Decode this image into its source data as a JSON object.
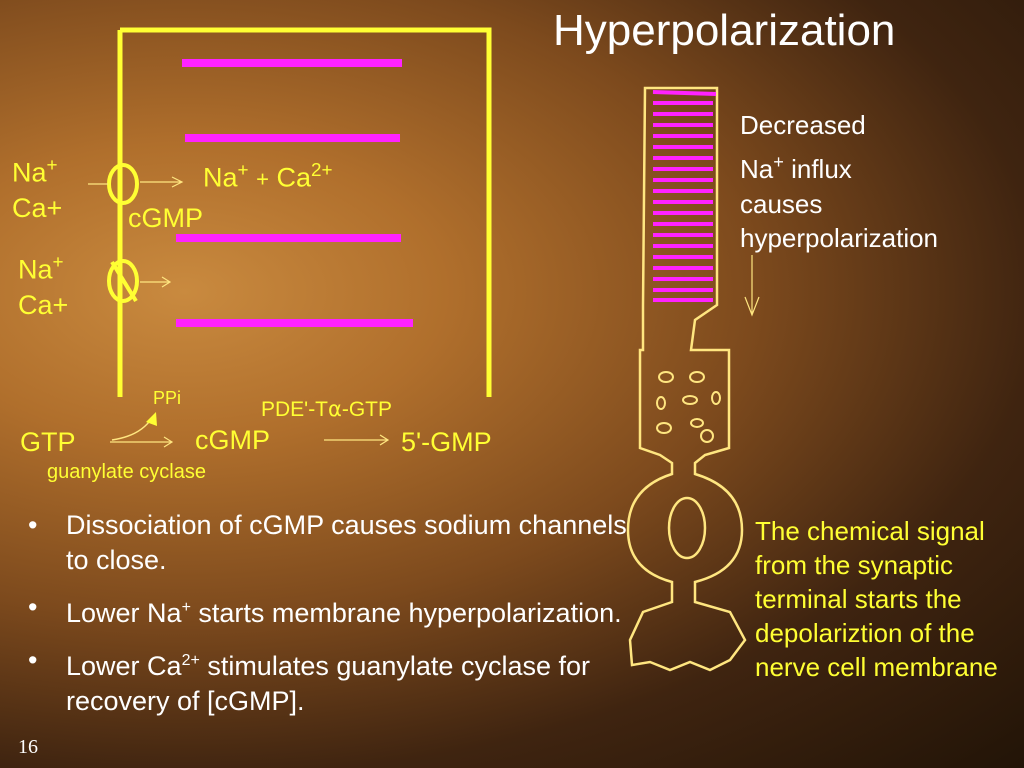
{
  "title": "Hyperpolarization",
  "page_number": "16",
  "left_diagram": {
    "channel1_ion1": "Na",
    "channel1_ion1_charge": "+",
    "channel1_ion2": "Ca+",
    "inflow_na": "Na",
    "inflow_na_charge": "+",
    "inflow_plus": "+",
    "inflow_ca": "Ca",
    "inflow_ca_charge": "2+",
    "channel_ligand": "cGMP",
    "channel2_ion1": "Na",
    "channel2_ion1_charge": "+",
    "channel2_ion2": "Ca+"
  },
  "pathway": {
    "ppi": "PPi",
    "substrate": "GTP",
    "enzyme_1": "guanylate cyclase",
    "intermediate": "cGMP",
    "enzyme_2_prefix": "PDE'-T",
    "enzyme_2_greek": "α",
    "enzyme_2_suffix": "-GTP",
    "product": "5'-GMP"
  },
  "right_text": {
    "line1": "Decreased",
    "line2_ion": "Na",
    "line2_charge": "+",
    "line2_rest": " influx",
    "line3": "causes",
    "line4": "hyperpolarization"
  },
  "bullets": {
    "b1": "Dissociation of cGMP causes sodium channels to close.",
    "b2_pre": "Lower Na",
    "b2_sup": "+",
    "b2_post": " starts membrane hyperpolarization.",
    "b3_pre": "Lower Ca",
    "b3_sup": "2+",
    "b3_post": " stimulates guanylate cyclase for recovery of [cGMP]."
  },
  "synapse_note": "The chemical signal from the synaptic terminal starts the depolariztion of the nerve cell membrane",
  "colors": {
    "membrane": "#ffff33",
    "disc": "#ff22ff",
    "arrow": "#ffe680"
  }
}
